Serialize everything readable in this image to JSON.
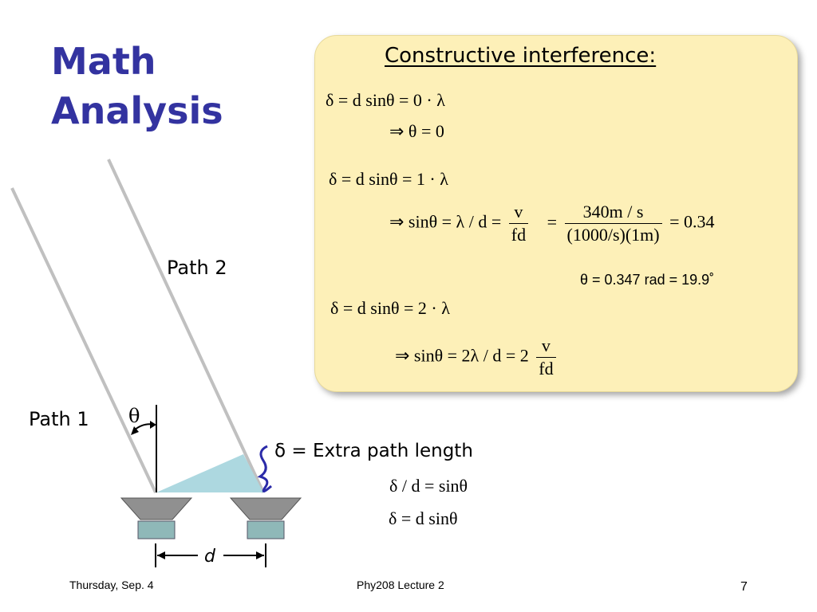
{
  "slide": {
    "title_line1": "Math",
    "title_line2": "Analysis"
  },
  "box": {
    "heading": "Constructive interference:",
    "eq1": "δ = d sinθ = 0 · λ",
    "eq1b": "⇒ θ = 0",
    "eq2": "δ = d sinθ = 1 · λ",
    "eq3_lhs": "⇒ sinθ = λ / d =",
    "eq3_frac1_num": "v",
    "eq3_frac1_den": "fd",
    "eq3_eq": "=",
    "eq3_frac2_num": "340m / s",
    "eq3_frac2_den": "(1000/s)(1m)",
    "eq3_rhs": "= 0.34",
    "result": "θ = 0.347 rad = 19.9˚",
    "eq4": "δ = d sinθ = 2 · λ",
    "eq5_lhs": "⇒ sinθ = 2λ / d = 2",
    "eq5_frac_num": "v",
    "eq5_frac_den": "fd"
  },
  "diagram": {
    "path1_label": "Path 1",
    "path2_label": "Path 2",
    "theta_label": "θ",
    "delta_label": "δ = Extra path length",
    "eq_delta_d": "δ / d = sinθ",
    "eq_delta": "δ = d sinθ",
    "d_label": "d"
  },
  "footer": {
    "date": "Thursday, Sep. 4",
    "course": "Phy208 Lecture 2",
    "page": "7"
  },
  "colors": {
    "title": "#3333a0",
    "box_fill": "#fdf0b8",
    "wedge": "#add8e0",
    "brace": "#2a2aa8",
    "speaker_gray": "#909090",
    "speaker_teal": "#8fb8b8"
  }
}
